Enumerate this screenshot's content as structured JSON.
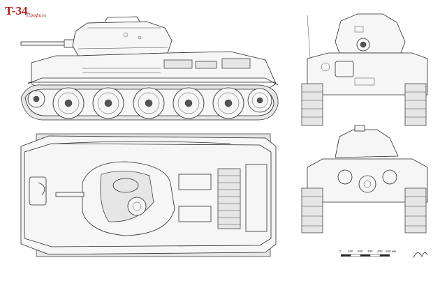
{
  "header": {
    "title": "T-34",
    "subtitle": "Профиль",
    "title_color": "#b71c1c"
  },
  "scale_bar": {
    "ticks": [
      "0",
      "100",
      "200",
      "300",
      "400",
      "500 мм"
    ]
  },
  "colors": {
    "line": "#2a2a2a",
    "paper": "#ffffff",
    "accent": "#b71c1c"
  }
}
